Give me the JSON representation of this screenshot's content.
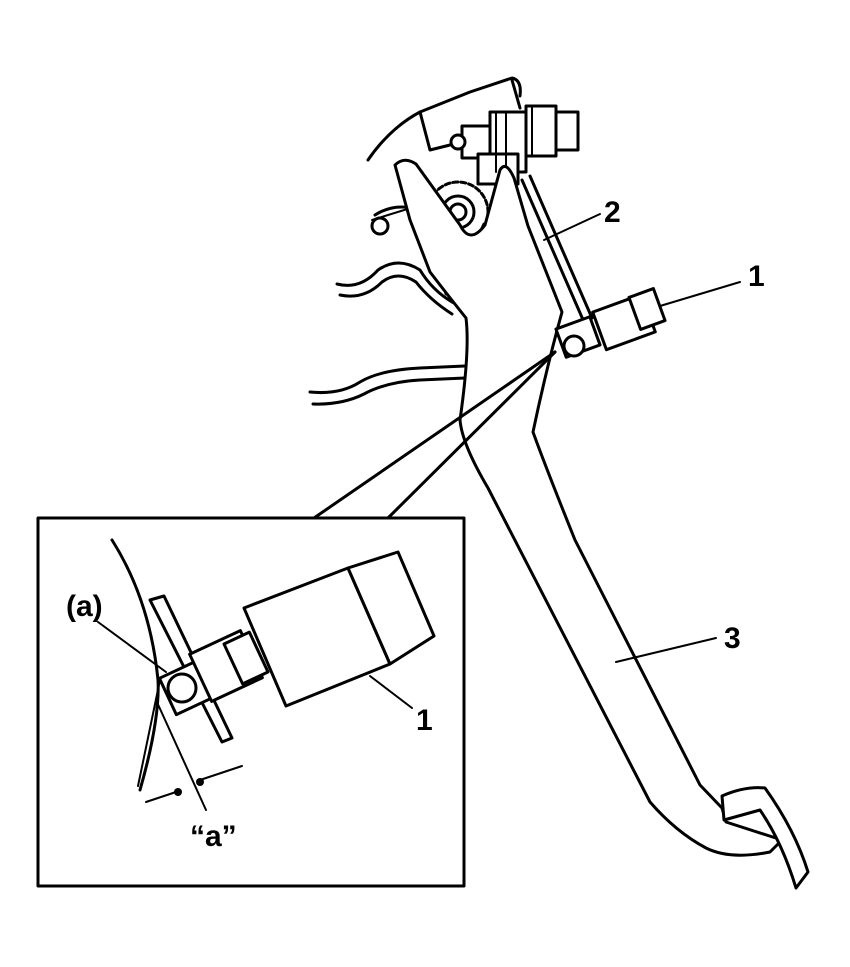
{
  "callouts": {
    "part_1": "1",
    "part_2": "2",
    "part_3": "3",
    "inset_part_1": "1",
    "point_a": "(a)",
    "gap_a": "“a”"
  }
}
